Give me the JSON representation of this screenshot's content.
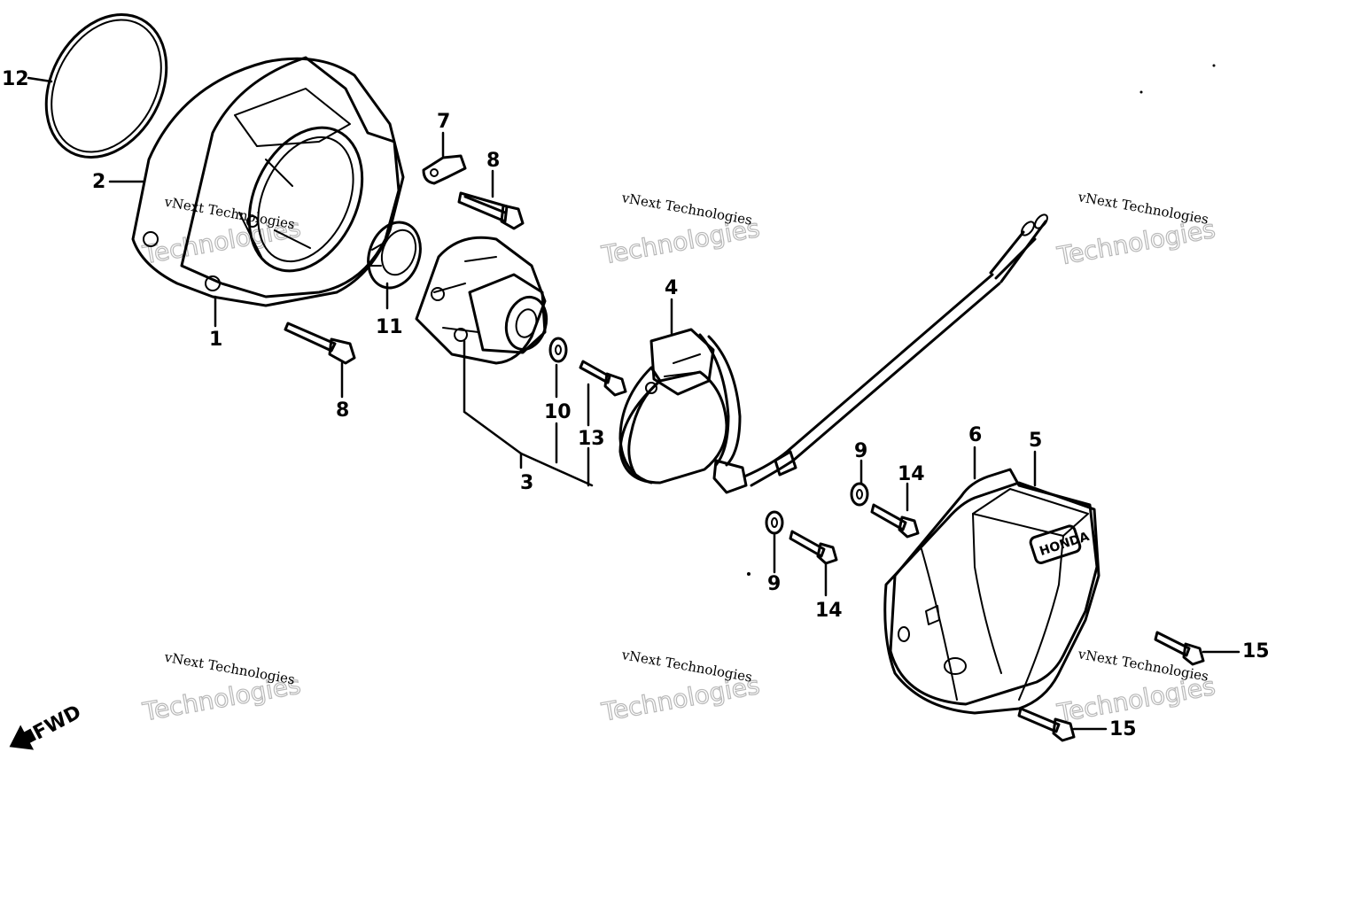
{
  "callouts": {
    "c1": "1",
    "c2": "2",
    "c3": "3",
    "c4": "4",
    "c5": "5",
    "c6": "6",
    "c7": "7",
    "c8a": "8",
    "c8b": "8",
    "c9a": "9",
    "c9b": "9",
    "c10": "10",
    "c11": "11",
    "c12": "12",
    "c13": "13",
    "c14a": "14",
    "c14b": "14",
    "c15a": "15",
    "c15b": "15"
  },
  "fwd_label": "FWD",
  "cover_emblem": "HONDA",
  "watermarks": [
    {
      "line1": "vNext Technologies",
      "line2": "Technologies"
    },
    {
      "line1": "vNext Technologies",
      "line2": "Technologies"
    },
    {
      "line1": "vNext Technologies",
      "line2": "Technologies"
    },
    {
      "line1": "vNext Technologies",
      "line2": "Technologies"
    },
    {
      "line1": "vNext Technologies",
      "line2": "Technologies"
    },
    {
      "line1": "vNext Technologies",
      "line2": "Technologies"
    }
  ]
}
